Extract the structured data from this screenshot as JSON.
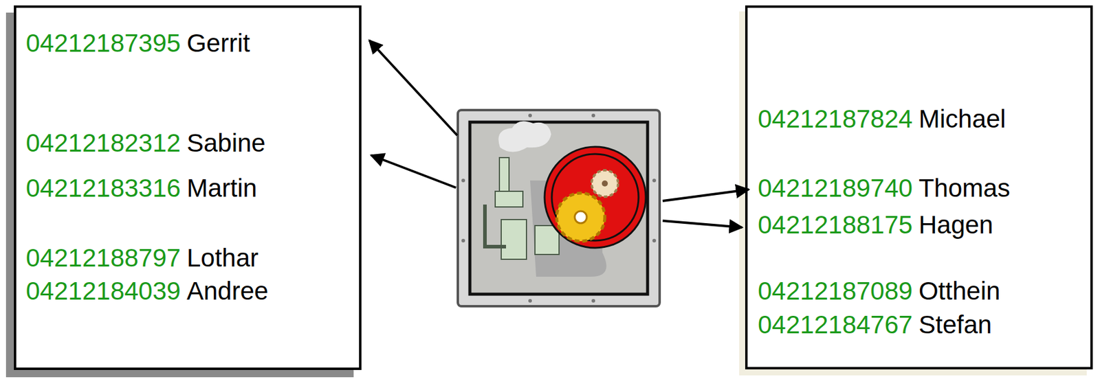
{
  "diagram": {
    "nodes": [
      {
        "text": [
          "04212187395",
          "Gerrit",
          "04212182312",
          "Sabine",
          "04212183316",
          "Martin",
          "04212188797",
          "Lothar",
          "04212184039",
          "Andree"
        ]
      },
      {
        "text": [
          "04212187824",
          "Michael",
          "04212189740",
          "Thomas",
          "04212188175",
          "Hagen",
          "04212187089",
          "Otthein",
          "04212184767",
          "Stefan"
        ]
      }
    ]
  }
}
